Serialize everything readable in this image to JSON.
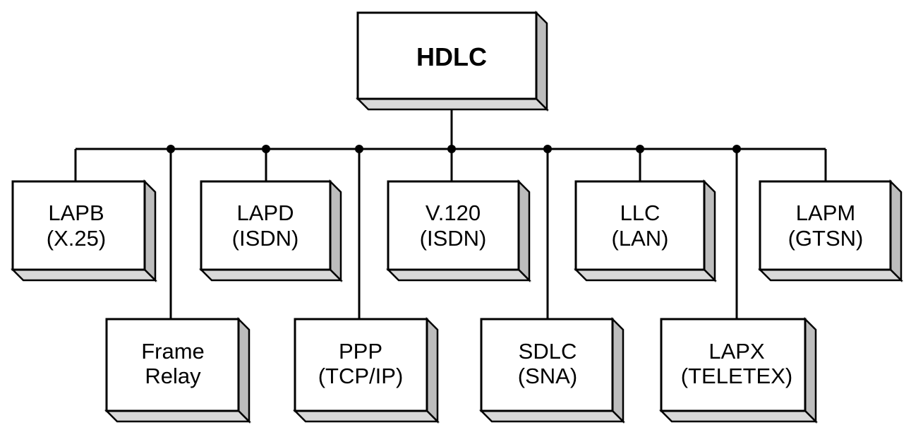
{
  "diagram": {
    "root": {
      "label": "HDLC"
    },
    "children": [
      {
        "id": "lapb",
        "line1": "LAPB",
        "line2": "(X.25)"
      },
      {
        "id": "frame",
        "line1": "Frame",
        "line2": "Relay"
      },
      {
        "id": "lapd",
        "line1": "LAPD",
        "line2": "(ISDN)"
      },
      {
        "id": "ppp",
        "line1": "PPP",
        "line2": "(TCP/IP)"
      },
      {
        "id": "v120",
        "line1": "V.120",
        "line2": "(ISDN)"
      },
      {
        "id": "sdlc",
        "line1": "SDLC",
        "line2": "(SNA)"
      },
      {
        "id": "llc",
        "line1": "LLC",
        "line2": "(LAN)"
      },
      {
        "id": "lapx",
        "line1": "LAPX",
        "line2": "(TELETEX)"
      },
      {
        "id": "lapm",
        "line1": "LAPM",
        "line2": "(GTSN)"
      }
    ],
    "colors": {
      "line": "#000000",
      "box_fill": "#ffffff",
      "box_side": "#bdbdbd",
      "box_bottom": "#d9d9d9"
    }
  }
}
